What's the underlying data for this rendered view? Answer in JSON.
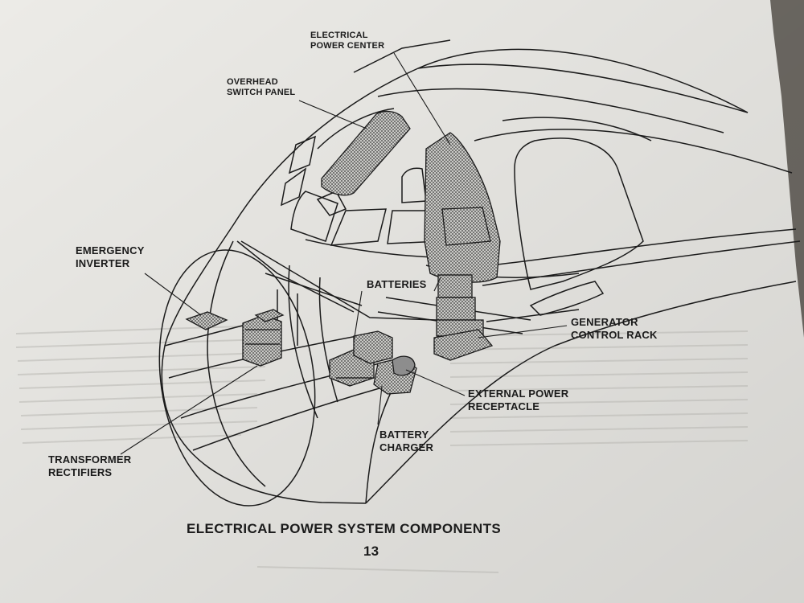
{
  "diagram": {
    "labels": {
      "electrical_power_center": [
        "ELECTRICAL",
        "POWER CENTER"
      ],
      "overhead_switch_panel": [
        "OVERHEAD",
        "SWITCH PANEL"
      ],
      "emergency_inverter": [
        "EMERGENCY",
        "INVERTER"
      ],
      "batteries": "BATTERIES",
      "generator_control_rack": [
        "GENERATOR",
        "CONTROL RACK"
      ],
      "external_power_receptacle": [
        "EXTERNAL POWER",
        "RECEPTACLE"
      ],
      "battery_charger": [
        "BATTERY",
        "CHARGER"
      ],
      "transformer_rectifiers": [
        "TRANSFORMER",
        "RECTIFIERS"
      ]
    }
  },
  "page": {
    "title": "ELECTRICAL POWER SYSTEM COMPONENTS",
    "number": "13"
  },
  "colors": {
    "paper": "#ecebe7",
    "ink": "#1b1b1b",
    "stipple": "#9a9a9a"
  }
}
